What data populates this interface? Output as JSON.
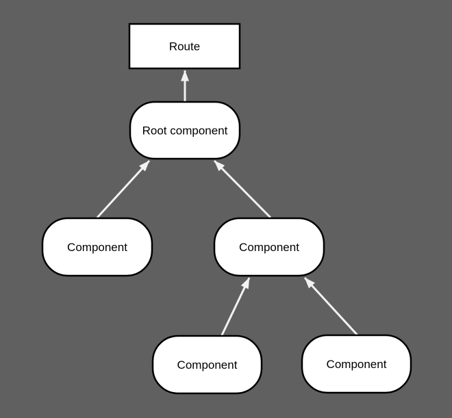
{
  "colors": {
    "background": "#606060",
    "node_fill": "#ffffff",
    "node_stroke": "#000000",
    "arrow": "#f2f2f2",
    "text": "#000000"
  },
  "nodes": {
    "route": {
      "label": "Route",
      "shape": "rectangle"
    },
    "root_component": {
      "label": "Root component",
      "shape": "rounded"
    },
    "component_left": {
      "label": "Component",
      "shape": "rounded"
    },
    "component_middle": {
      "label": "Component",
      "shape": "rounded"
    },
    "component_bottom_left": {
      "label": "Component",
      "shape": "rounded"
    },
    "component_bottom_right": {
      "label": "Component",
      "shape": "rounded"
    }
  },
  "edges": [
    {
      "from": "root_component",
      "to": "route"
    },
    {
      "from": "component_left",
      "to": "root_component"
    },
    {
      "from": "component_middle",
      "to": "root_component"
    },
    {
      "from": "component_bottom_left",
      "to": "component_middle"
    },
    {
      "from": "component_bottom_right",
      "to": "component_middle"
    }
  ]
}
